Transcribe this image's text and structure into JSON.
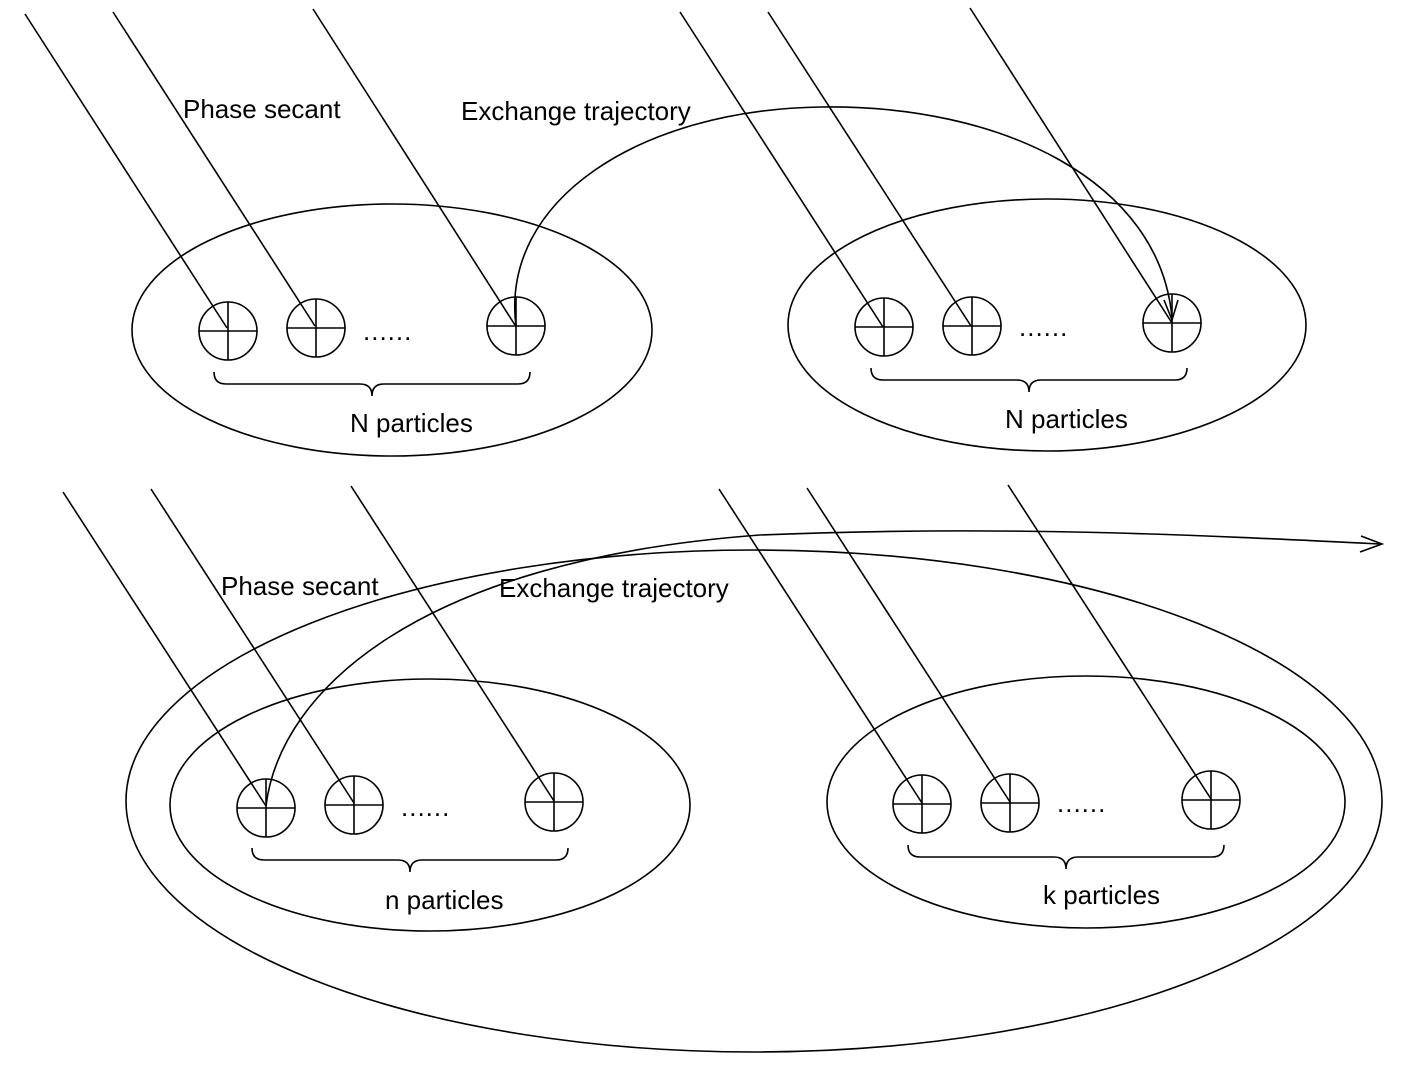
{
  "diagram": {
    "top": {
      "phase_label": "Phase secant",
      "exchange_label": "Exchange trajectory",
      "left_group_label": "N particles",
      "right_group_label": "N particles",
      "ellipsis": "......"
    },
    "bottom": {
      "phase_label": "Phase secant",
      "exchange_label": "Exchange trajectory",
      "left_group_label": "n particles",
      "right_group_label": "k particles",
      "ellipsis": "......"
    },
    "colors": {
      "stroke": "#000000",
      "background": "#ffffff"
    }
  }
}
